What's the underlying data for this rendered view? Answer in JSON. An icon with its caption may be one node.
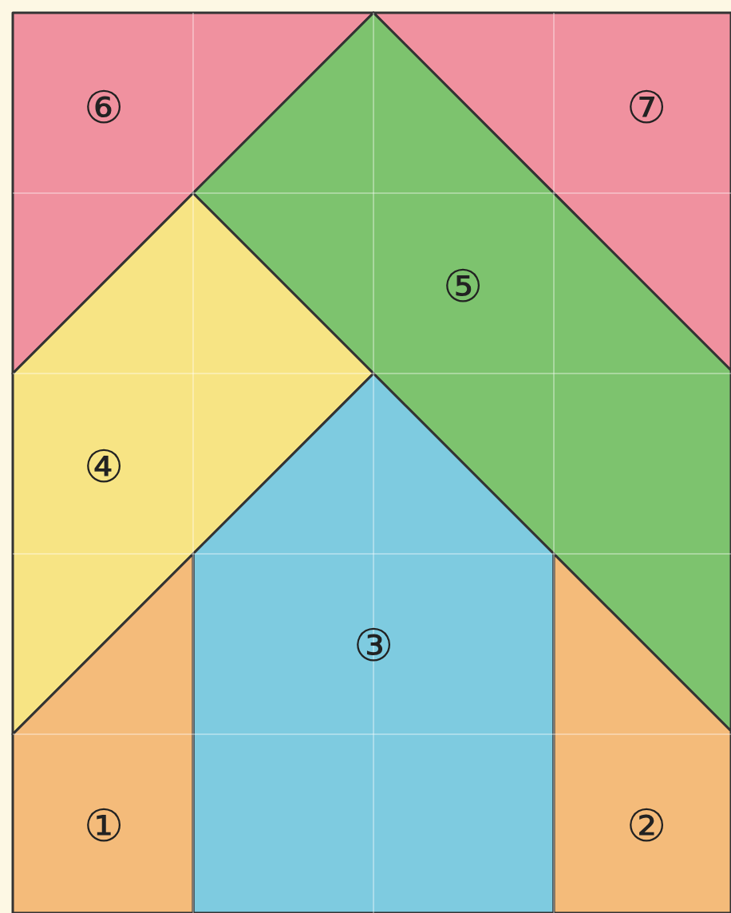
{
  "diagram": {
    "nodes": [
      {
        "text": [
          "⑥"
        ]
      },
      {
        "text": [
          "⑦"
        ]
      },
      {
        "text": [
          "⑤"
        ]
      },
      {
        "text": [
          "④"
        ]
      },
      {
        "text": [
          "③"
        ]
      },
      {
        "text": [
          "①"
        ]
      },
      {
        "text": [
          "②"
        ]
      }
    ]
  }
}
